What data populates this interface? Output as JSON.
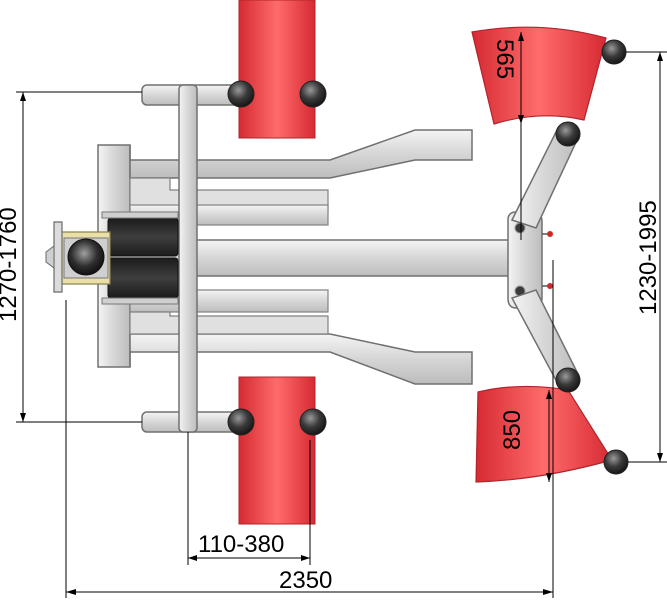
{
  "dimensions": {
    "total_length": "2350",
    "adjust_range": "110-380",
    "left_width": "1270-1760",
    "right_width": "1230-1995",
    "top_pad": "565",
    "bottom_pad": "850"
  },
  "colors": {
    "pad_red": "#e8303a",
    "frame_light": "#e6e6e6",
    "frame_stroke": "#707070",
    "dark_roller": "#2b2b2b",
    "wheel": "#3a3a3a",
    "accent_yellow": "#e9dfa7"
  }
}
